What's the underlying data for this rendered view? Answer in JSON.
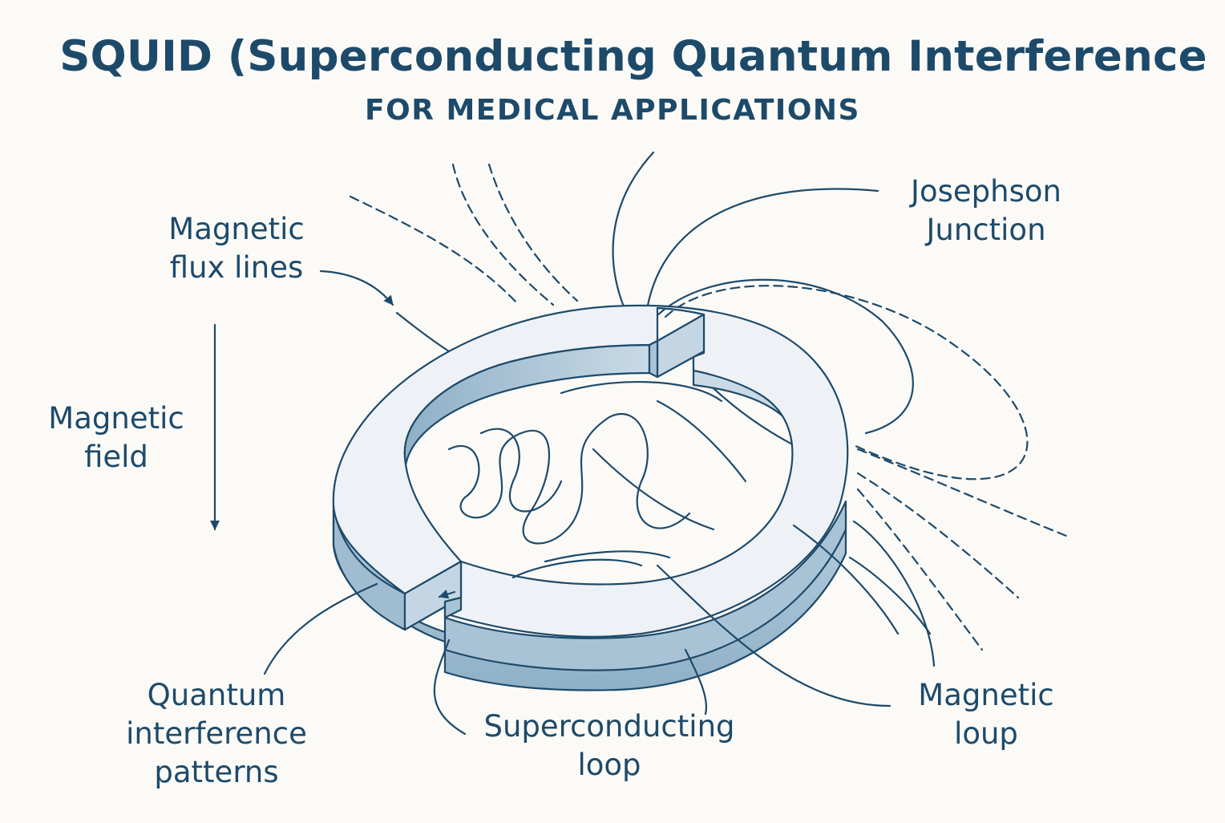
{
  "title": "SQUID (Superconducting Quantum Interference",
  "subtitle": "FOR MEDICAL APPLICATIONS",
  "labels": {
    "josephson": [
      "Josephson",
      "Junction"
    ],
    "flux_lines": [
      "Magnetic",
      "flux lines"
    ],
    "magnetic_field": [
      "Magnetic",
      "field"
    ],
    "quantum_patterns": [
      "Quantum",
      "interference",
      "patterns"
    ],
    "superconducting_loop": [
      "Superconducting",
      "loop"
    ],
    "magnetic_loop": [
      "Magnetic",
      "loup"
    ]
  },
  "colors": {
    "ink": "#1e4a6a",
    "ring_top": "#eef2f6",
    "ring_side": "#a9c3d6",
    "background": "#fbfaf7"
  }
}
